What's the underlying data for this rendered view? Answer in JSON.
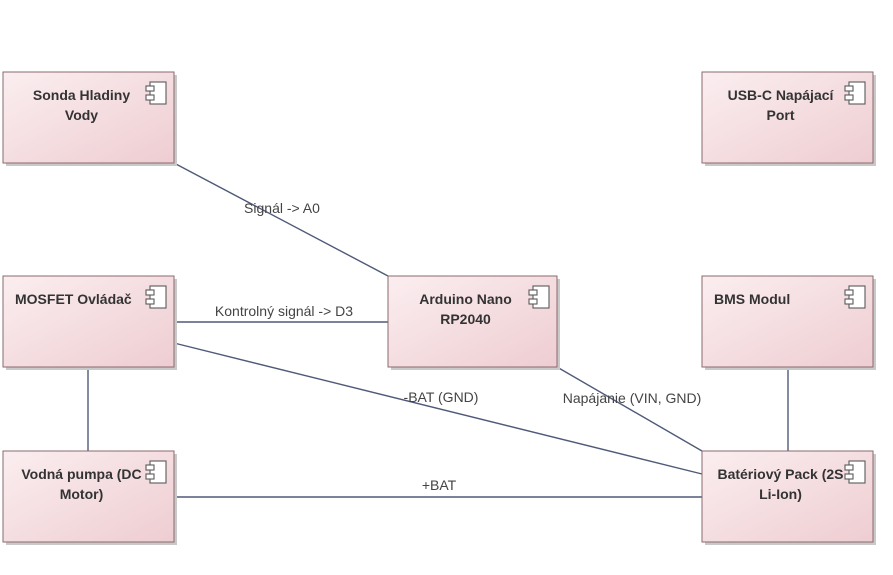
{
  "diagram": {
    "nodes": [
      {
        "id": "sonda",
        "lines": [
          "Sonda Hladiny",
          "Vody"
        ],
        "icon": "component-icon"
      },
      {
        "id": "usbc",
        "lines": [
          "USB-C Napájací",
          "Port"
        ],
        "icon": "component-icon"
      },
      {
        "id": "mosfet",
        "lines": [
          "MOSFET Ovládač"
        ],
        "icon": "component-icon"
      },
      {
        "id": "arduino",
        "lines": [
          "Arduino Nano",
          "RP2040"
        ],
        "icon": "component-icon"
      },
      {
        "id": "bms",
        "lines": [
          "BMS Modul"
        ],
        "icon": "component-icon"
      },
      {
        "id": "pump",
        "lines": [
          "Vodná pumpa (DC",
          "Motor)"
        ],
        "icon": "component-icon"
      },
      {
        "id": "battery",
        "lines": [
          "Batériový Pack (2S",
          "Li-Ion)"
        ],
        "icon": "component-icon"
      }
    ],
    "edges": [
      {
        "id": "e1",
        "from": "sonda",
        "to": "arduino",
        "label": "Signál -> A0"
      },
      {
        "id": "e2",
        "from": "mosfet",
        "to": "arduino",
        "label": "Kontrolný signál -> D3"
      },
      {
        "id": "e3",
        "from": "mosfet",
        "to": "battery",
        "label": "-BAT (GND)"
      },
      {
        "id": "e4",
        "from": "arduino",
        "to": "battery",
        "label": "Napájanie (VIN, GND)"
      },
      {
        "id": "e5",
        "from": "mosfet",
        "to": "pump",
        "label": ""
      },
      {
        "id": "e6",
        "from": "bms",
        "to": "battery",
        "label": ""
      },
      {
        "id": "e7",
        "from": "pump",
        "to": "battery",
        "label": "+BAT"
      }
    ],
    "colors": {
      "node_fill_start": "#fbeef0",
      "node_fill_end": "#eecdd1",
      "edge": "#4e5a78"
    }
  }
}
